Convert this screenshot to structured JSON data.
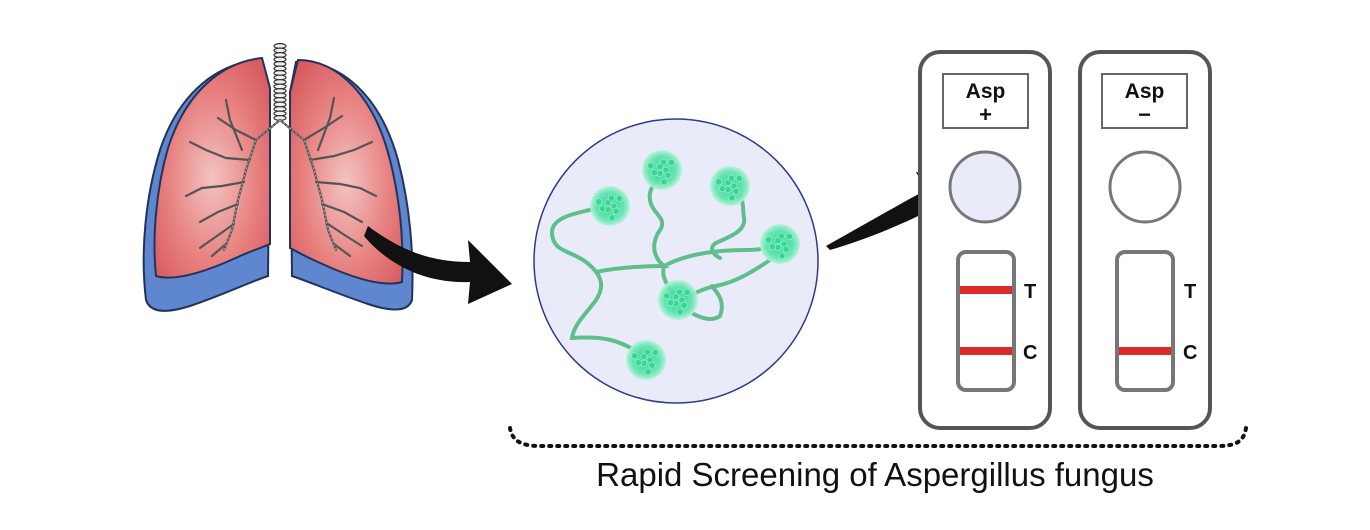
{
  "caption": "Rapid Screening of Aspergillus fungus",
  "cassettes": {
    "positive": {
      "header_line1": "Asp",
      "header_line2": "+",
      "test_label": "T",
      "control_label": "C",
      "test_line_visible": true,
      "control_line_visible": true
    },
    "negative": {
      "header_line1": "Asp",
      "header_line2": "−",
      "test_label": "T",
      "control_label": "C",
      "test_line_visible": false,
      "control_line_visible": true
    }
  },
  "colors": {
    "lung_fill": "#e2686b",
    "lung_base": "#5f87d0",
    "outline": "#22335a",
    "hyphae": "#5fbf8c",
    "spore": "#59e3a9",
    "sample_circle": "#e9ecf8",
    "band_red": "#d92b2b",
    "cassette_border": "#555555"
  }
}
